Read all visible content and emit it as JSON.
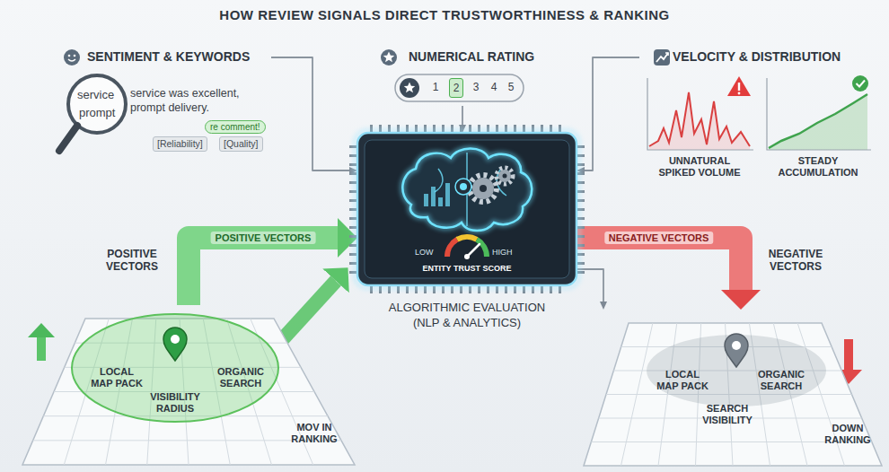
{
  "diagram": {
    "title": "HOW REVIEW SIGNALS DIRECT TRUSTWORTHINESS & RANKING",
    "nodes": [
      {
        "text": [
          "SENTIMENT & KEYWORDS"
        ]
      },
      {
        "text": [
          "re comment!"
        ],
        "in": 0
      },
      {
        "text": [
          "[Reliability]"
        ],
        "in": 0
      },
      {
        "text": [
          "[Quality]"
        ],
        "in": 0
      },
      {
        "text": [
          "NUMERICAL RATING"
        ]
      },
      {
        "text": [
          "1"
        ],
        "in": 4
      },
      {
        "text": [
          "2"
        ],
        "in": 4
      },
      {
        "text": [
          "3"
        ],
        "in": 4
      },
      {
        "text": [
          "4"
        ],
        "in": 4
      },
      {
        "text": [
          "5"
        ],
        "in": 4
      },
      {
        "text": [
          "VELOCITY & DISTRIBUTION"
        ]
      },
      {
        "text": [
          "UNNATURAL SPIKED VOLUME"
        ],
        "in": 10
      },
      {
        "text": [
          "STEADY ACCUMULATION"
        ],
        "in": 10
      },
      {
        "text": [
          "LOW",
          "HIGH",
          "ENTITY TRUST SCORE",
          "ALGORITHMIC EVALUATION (NLP & ANALYTICS)"
        ]
      },
      {
        "text": [
          "LOCAL MAP PACK",
          "ORGANIC SEARCH",
          "VISIBILITY RADIUS",
          "MOV IN RANKING"
        ]
      },
      {
        "text": [
          "LOCAL MAP PACK",
          "ORGANIC SEARCH",
          "SEARCH VISIBILITY",
          "DOWN RANKING"
        ]
      }
    ],
    "edges": [
      {
        "from": 0,
        "to": 13,
        "arrow": "to"
      },
      {
        "from": 4,
        "to": 13,
        "arrow": "to"
      },
      {
        "from": 10,
        "to": 13,
        "arrow": "to"
      },
      {
        "from": 14,
        "to": 13,
        "label": "POSITIVE VECTORS",
        "arrow": "to"
      },
      {
        "from": 13,
        "to": 15,
        "label": "NEGATIVE VECTORS",
        "arrow": "to"
      },
      {
        "from": 13,
        "to": 15,
        "arrow": "to"
      }
    ],
    "labels": [
      "service",
      "prompt",
      "service was excellent, prompt delivery.",
      "POSITIVE VECTORS",
      "NEGATIVE VECTORS"
    ]
  }
}
